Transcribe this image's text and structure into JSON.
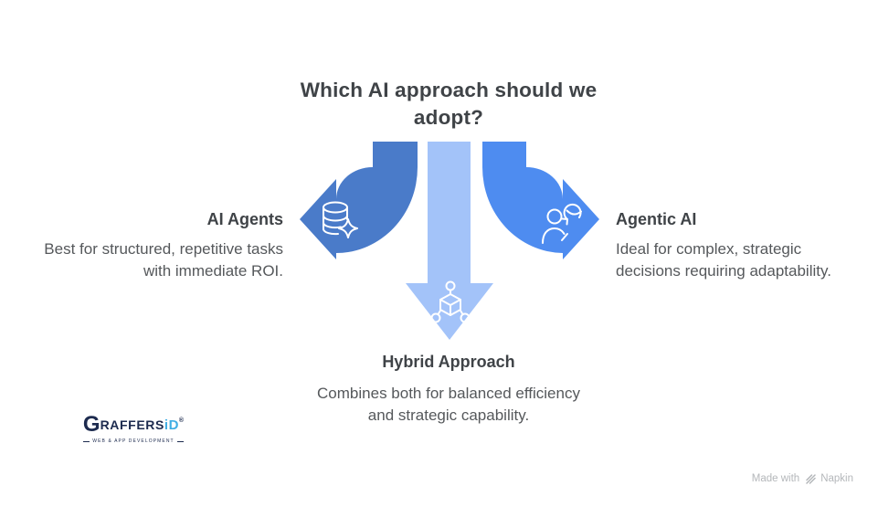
{
  "title": "Which AI approach should we adopt?",
  "branches": {
    "left": {
      "heading": "AI Agents",
      "body": "Best for structured, repetitive tasks with immediate ROI.",
      "icon": "database-sparkle-icon"
    },
    "right": {
      "heading": "Agentic AI",
      "body": "Ideal for complex, strategic decisions requiring adaptability.",
      "icon": "person-cycle-icon"
    },
    "bottom": {
      "heading": "Hybrid Approach",
      "body": "Combines both for balanced efficiency and strategic capability.",
      "icon": "cube-network-icon"
    }
  },
  "colors": {
    "left_arrow": "#4a7bc9",
    "center_arrow": "#a3c3f9",
    "right_arrow": "#4e8cf0",
    "heading_text": "#3f4347",
    "body_text": "#55585b",
    "icon_stroke": "#ffffff",
    "logo_navy": "#1d2b4f",
    "logo_blue": "#41aee4",
    "credit_gray": "#b4b7ba"
  },
  "logo": {
    "g": "G",
    "main": "RAFFERS",
    "accent": "iD",
    "reg": "®",
    "tagline": "WEB & APP DEVELOPMENT"
  },
  "credit": {
    "prefix": "Made with",
    "brand": "Napkin"
  }
}
